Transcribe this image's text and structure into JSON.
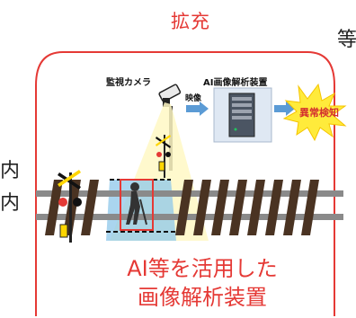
{
  "title": "拡充",
  "edge_fragments": {
    "top_right": "等",
    "left_1": "内",
    "left_2": "内"
  },
  "labels": {
    "camera": "監視カメラ",
    "analyzer": "AI画像解析装置",
    "video": "映像",
    "alert": "異常検知"
  },
  "caption": {
    "line1": "AI等を活用した",
    "line2": "画像解析装置"
  },
  "colors": {
    "accent_red": "#e53935",
    "arrow_blue": "#5b9bd5",
    "burst_yellow": "#ffeb3b",
    "zone_blue": "#8ec7ea"
  }
}
